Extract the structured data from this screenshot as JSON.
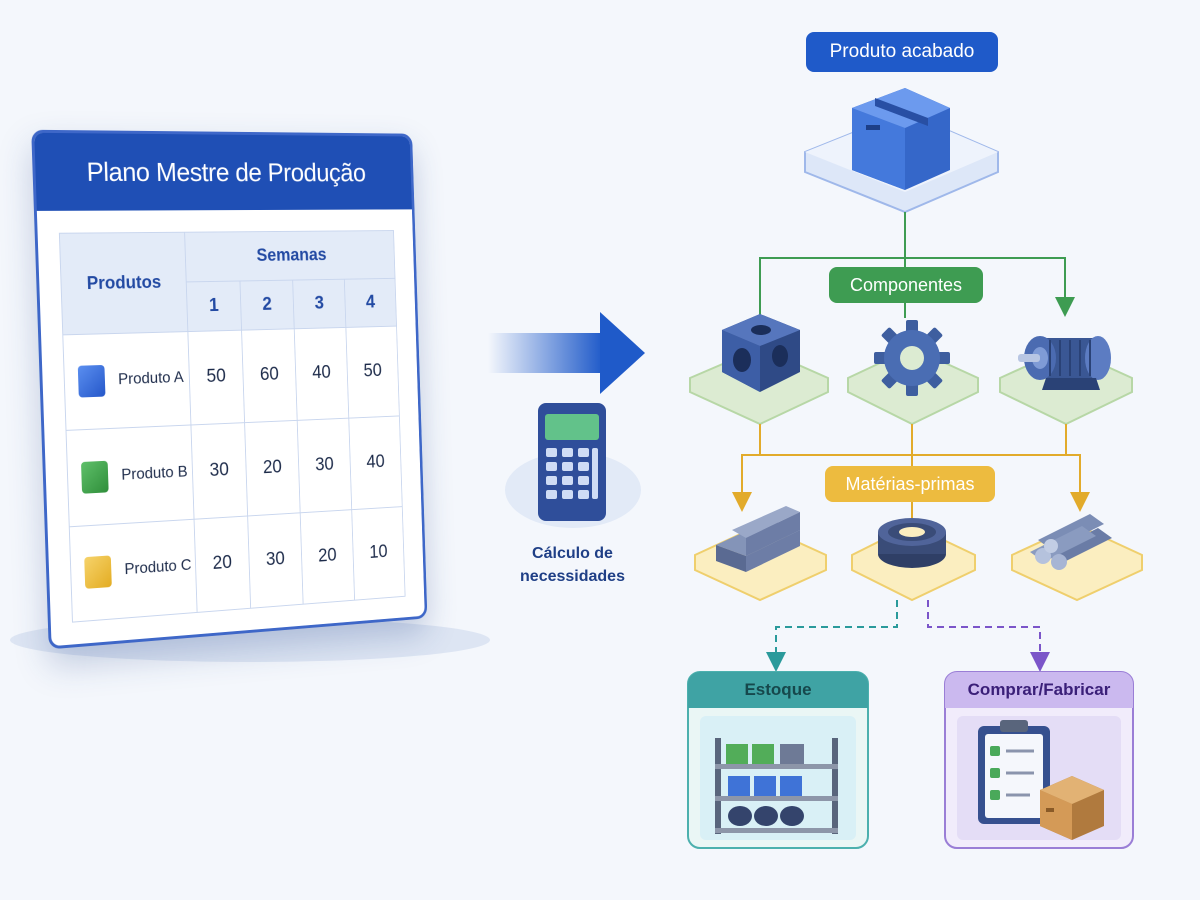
{
  "mps": {
    "title": "Plano Mestre de Produção",
    "weeks_header": "Semanas",
    "products_header": "Produtos",
    "weeks": [
      "1",
      "2",
      "3",
      "4"
    ],
    "rows": [
      {
        "name": "Produto A",
        "color": "#2f62d6",
        "values": [
          "50",
          "60",
          "40",
          "50"
        ]
      },
      {
        "name": "Produto B",
        "color": "#3f9e4b",
        "values": [
          "30",
          "20",
          "30",
          "40"
        ]
      },
      {
        "name": "Produto C",
        "color": "#efbe3c",
        "values": [
          "20",
          "30",
          "20",
          "10"
        ]
      }
    ]
  },
  "calc": {
    "line1": "Cálculo de",
    "line2": "necessidades"
  },
  "bom": {
    "finished": "Produto acabado",
    "components_label": "Componentes",
    "raw_label": "Matérias-primas",
    "components": [
      "housing-block-icon",
      "gear-icon",
      "motor-icon"
    ],
    "raw_materials": [
      "metal-bars-icon",
      "steel-coil-icon",
      "steel-rods-icon"
    ]
  },
  "outcomes": {
    "stock": "Estoque",
    "buy": "Comprar/Fabricar"
  },
  "colors": {
    "blue": "#1f5ac9",
    "green": "#3e9c52",
    "yellow": "#edbb3f",
    "teal": "#2a9a9b",
    "purple": "#7b55c9"
  }
}
